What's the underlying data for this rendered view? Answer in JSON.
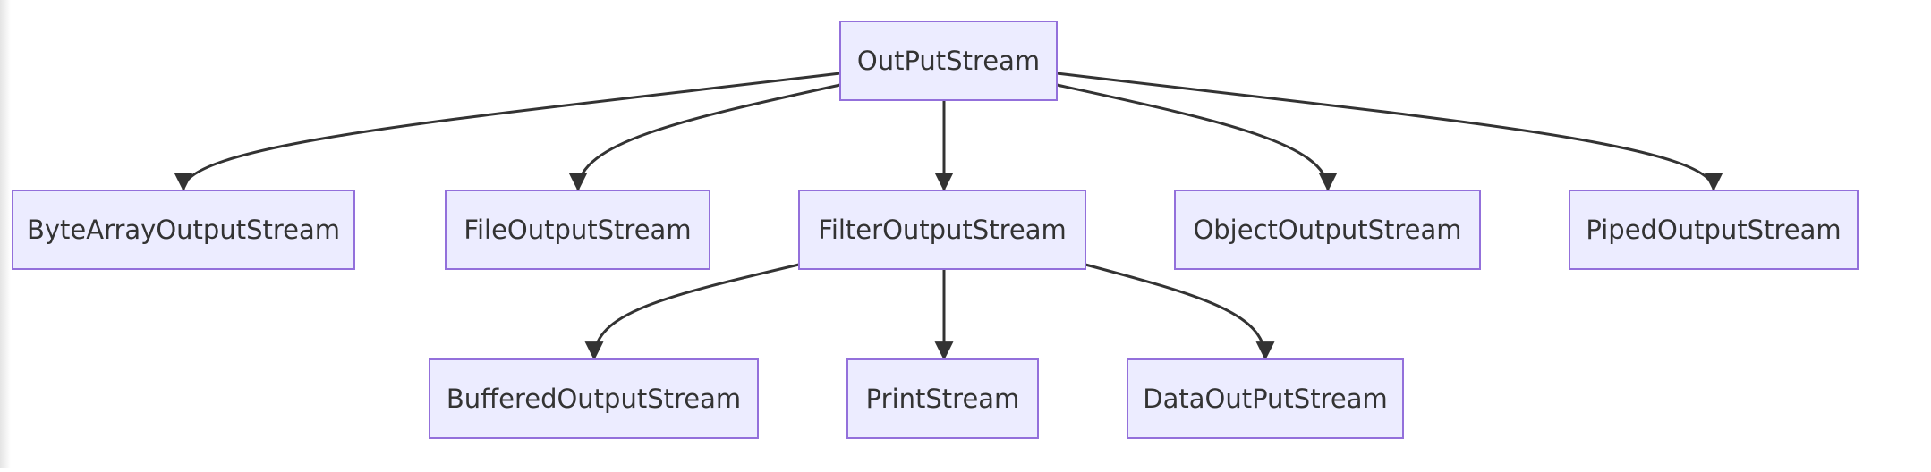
{
  "colors": {
    "node_fill": "#ececff",
    "node_stroke": "#9370db",
    "edge": "#333333",
    "text": "#333333"
  },
  "nodes": [
    {
      "id": "outputstream",
      "label": "OutPutStream"
    },
    {
      "id": "bytearray",
      "label": "ByteArrayOutputStream"
    },
    {
      "id": "file",
      "label": "FileOutputStream"
    },
    {
      "id": "filter",
      "label": "FilterOutputStream"
    },
    {
      "id": "object",
      "label": "ObjectOutputStream"
    },
    {
      "id": "piped",
      "label": "PipedOutputStream"
    },
    {
      "id": "buffered",
      "label": "BufferedOutputStream"
    },
    {
      "id": "print",
      "label": "PrintStream"
    },
    {
      "id": "data",
      "label": "DataOutPutStream"
    }
  ],
  "edges": [
    {
      "from": "outputstream",
      "to": "bytearray"
    },
    {
      "from": "outputstream",
      "to": "file"
    },
    {
      "from": "outputstream",
      "to": "filter"
    },
    {
      "from": "outputstream",
      "to": "object"
    },
    {
      "from": "outputstream",
      "to": "piped"
    },
    {
      "from": "filter",
      "to": "buffered"
    },
    {
      "from": "filter",
      "to": "print"
    },
    {
      "from": "filter",
      "to": "data"
    }
  ]
}
